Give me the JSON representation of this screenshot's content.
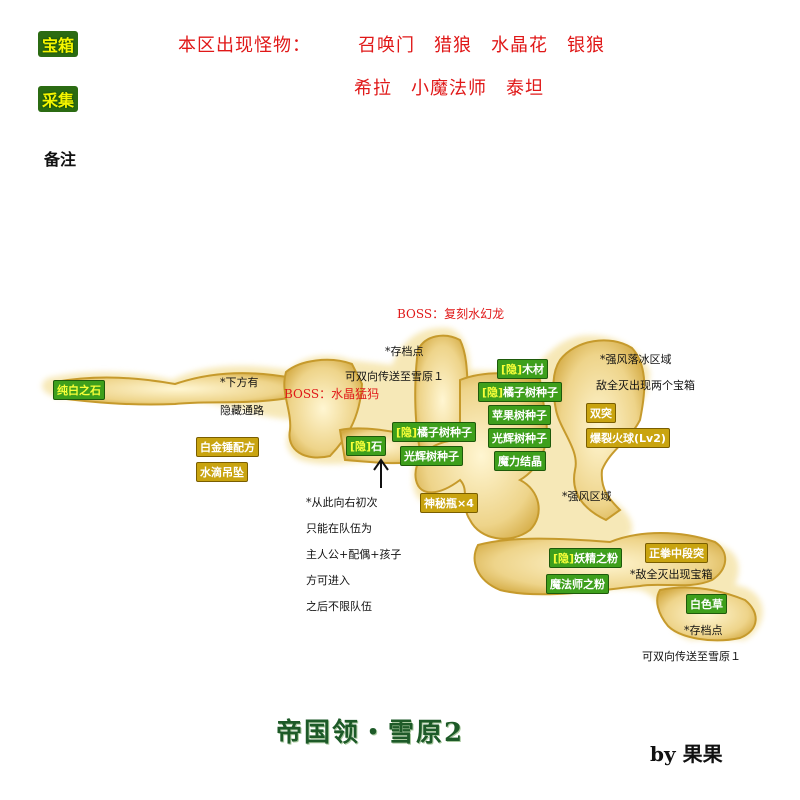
{
  "legend": {
    "treasure_label": "宝箱",
    "gather_label": "采集",
    "notes_label": "备注"
  },
  "monsters": {
    "prefix": "本区出现怪物：",
    "line1": "召唤门　猎狼　水晶花　银狼",
    "line2": "希拉　小魔法师　泰坦"
  },
  "map": {
    "title": "帝国领・雪原2",
    "signature": "by 果果",
    "labels": {
      "pure_white_stone": "纯白之石",
      "below_has": "*下方有",
      "hidden_path": "隐藏通路",
      "platinum_hammer": "白金锤配方",
      "drop_pendant": "水滴吊坠",
      "boss_crystal_wolf": "BOSS：水晶猛犸",
      "two_way_top": "可双向传送至雪原１",
      "save_point_top": "*存档点",
      "boss_dragon": "BOSS：复刻水幻龙",
      "hidden_stone_bracket": "[隐]",
      "hidden_stone_text": "石",
      "hidden_orange_seed_a_bracket": "[隐]",
      "hidden_orange_seed_a_text": "橘子树种子",
      "lightning_seed_a": "光辉树种子",
      "mystic_bottle": "神秘瓶×4",
      "note_from_here": "*从此向右初次",
      "note_party_line1": "只能在队伍为",
      "note_party_line2": "主人公+配偶+孩子",
      "note_party_line3": "方可进入",
      "note_party_line4": "之后不限队伍",
      "hidden_wood_bracket": "[隐]",
      "hidden_wood_text": "木材",
      "hidden_orange_seed_b_bracket": "[隐]",
      "hidden_orange_seed_b_text": "橘子树种子",
      "apple_seed": "苹果树种子",
      "lightning_seed_b": "光辉树种子",
      "magic_crystal": "魔力结晶",
      "strong_wind_ice": "*强风落冰区域",
      "defeat_two_chests": "敌全灭出现两个宝箱",
      "double_sudden": "双突",
      "blast_fireball": "爆裂火球(Lv2)",
      "strong_wind": "*强风区域",
      "hidden_fairy_bracket": "[隐]",
      "hidden_fairy_text": "妖精之粉",
      "magic_teacher_powder": "魔法师之粉",
      "center_punch": "正拳中段突",
      "defeat_one_chest": "*敌全灭出现宝箱",
      "white_grass": "白色草",
      "save_point_bottom": "*存档点",
      "two_way_bottom": "可双向传送至雪原１"
    },
    "colors": {
      "cave_fill": "#e7cc79",
      "cave_glow": "#fff3c4",
      "gather_tag": "#3e9f1c",
      "treasure_tag": "#c9a410",
      "boss_red": "#e01818"
    }
  }
}
